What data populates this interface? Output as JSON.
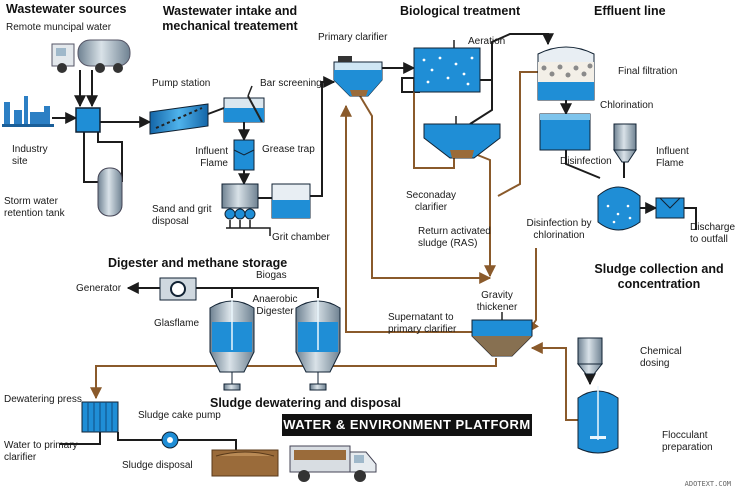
{
  "sections": {
    "wastewater_sources": "Wastewater sources",
    "intake": "Wastewater intake and mechanical treatement",
    "biological": "Biological treatment",
    "effluent": "Effluent line",
    "sludge_collection": "Sludge collection and concentration",
    "digester": "Digester and methane storage",
    "dewatering": "Sludge dewatering and disposal"
  },
  "labels": {
    "remote_water": "Remote muncipal water",
    "industry_site": "Industry site",
    "storm_tank": "Storm water retention tank",
    "pump_station": "Pump station",
    "bar_screening": "Bar screening",
    "influent_flame_1": "Influent Flame",
    "grease_trap": "Grease trap",
    "sand_grit": "Sand and grit disposal",
    "grit_chamber": "Grit chamber",
    "primary_clarifier": "Primary clarifier",
    "aeration": "Aeration",
    "secondary_clarifier": "Seconaday clarifier",
    "ras": "Return activated sludge (RAS)",
    "final_filtration": "Final filtration",
    "chlorination": "Chlorination",
    "disinfection": "Disinfection",
    "influent_flame_2": "Influent Flame",
    "disinfection_chlorination": "Disinfection by chlorination",
    "discharge": "Discharge to outfall",
    "gravity_thickener": "Gravity thickener",
    "supernatant": "Supernatant to primary clarifier",
    "chemical_dosing": "Chemical dosing",
    "flocculant": "Flocculant preparation",
    "generator": "Generator",
    "biogas": "Biogas",
    "glasflame": "Glasflame",
    "anaerobic_digester": "Anaerobic Digester",
    "dewatering_press": "Dewatering press",
    "water_primary": "Water to primary clarifier",
    "sludge_cake_pump": "Sludge cake pump",
    "sludge_disposal": "Sludge disposal"
  },
  "banner": "WATER & ENVIRONMENT PLATFORM",
  "watermark": "ADOTEXT.COM",
  "colors": {
    "water": "#1f8ed6",
    "water_light": "#bfe3f7",
    "steel": "#8fa3b3",
    "sludge_line": "#8a5a2b",
    "sludge": "#9a6b3a",
    "pipe": "#1c1c1c",
    "truck": "#d8dde2"
  }
}
